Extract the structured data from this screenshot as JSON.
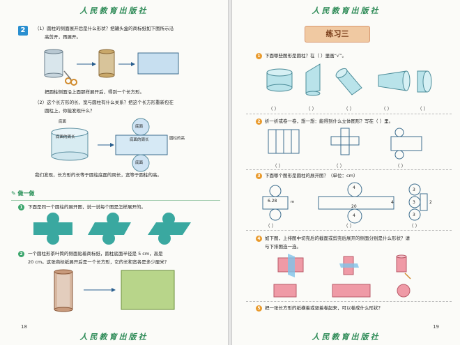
{
  "brand": "人民教育出版社",
  "left_page": {
    "number": "18",
    "q2_badge": "2",
    "q2_part1_line1": "（1）圆柱的侧面展开后是什么形状？把罐头盒的商标纸如下图所示沿",
    "q2_part1_line2": "高剪开，再展开。",
    "q2_part1_result": "把圆柱侧面沿上面那样展开后，得到一个长方形。",
    "q2_part2_line1": "（2）这个长方形的长、宽与圆柱有什么关系？把这个长方形重新包在",
    "q2_part2_line2": "圆柱上，你能发现什么？",
    "diagram_labels": {
      "top_face": "底面",
      "base_perimeter": "底面的周长",
      "top_circle": "底面",
      "rect_label": "底面的周长",
      "height_label": "圆柱的高",
      "bottom_circle": "底面"
    },
    "conclusion": "我们发现，长方形的长等于圆柱底面的周长，宽等于圆柱的高。",
    "do_title": "做一做",
    "do1_num": "1",
    "do1_text": "下面是同一个圆柱的展开图，说一说每个图是怎样展开的。",
    "do2_num": "2",
    "do2_line1": "一个圆柱形茶叶筒的侧面贴着商标纸，圆柱底面半径是 5 cm，高是",
    "do2_line2": "20 cm。这张商标纸展开后是一个长方形，它的长和宽各是多少厘米？"
  },
  "right_page": {
    "number": "19",
    "title": "练习三",
    "ex1_num": "1",
    "ex1_text": "下面哪些图形是圆柱？在（  ）里画“√”。",
    "ex1_answers": [
      "（      ）",
      "（      ）",
      "（      ）",
      "（      ）",
      "（      ）"
    ],
    "ex2_num": "2",
    "ex2_text": "折一折或卷一卷，想一想：能得到什么立体图形？写在（    ）里。",
    "ex2_answers": [
      "（      ）",
      "（      ）",
      "（      ）"
    ],
    "ex3_num": "3",
    "ex3_text": "下面哪个图形是圆柱的展开图？（单位：cm）",
    "ex3_labels": {
      "a_value": "6.28",
      "a_side": "m",
      "b_top": "4",
      "b_len": "20",
      "b_bottom": "4",
      "b_side": "4",
      "c_top": "3",
      "c_mid": "3",
      "c_bottom": "3",
      "c_side": "2"
    },
    "ex3_answers": [
      "（      ）",
      "（      ）",
      "（      ）"
    ],
    "ex4_num": "4",
    "ex4_line1": "如下图，上排图中切完后的截面或剪完后展开的侧面分别是什么形状？请",
    "ex4_line2": "与下排图连一连。",
    "ex5_num": "5",
    "ex5_text": "把一张长方形的纸横着或竖着卷起来，可以卷成什么形状？"
  },
  "colors": {
    "brand_green": "#2e8b57",
    "badge_blue": "#2a8fd0",
    "exercise_orange": "#e99a2c",
    "teal_net": "#3aa8a0",
    "pink_shape": "#ef9aa6",
    "label_green_bg": "#f0c9a2"
  }
}
